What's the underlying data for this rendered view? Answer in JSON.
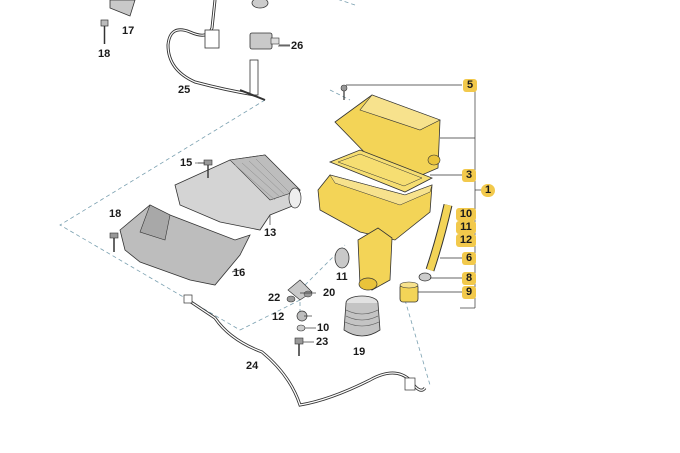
{
  "colors": {
    "highlight": "#f2c94c",
    "part_yellow": "#f3d457",
    "part_gray": "#c9c9c9",
    "line": "#333333",
    "dash": "#7aa0b0"
  },
  "callouts": {
    "c17": "17",
    "c18a": "18",
    "c26": "26",
    "c25": "25",
    "c15": "15",
    "c18b": "18",
    "c13": "13",
    "c16": "16",
    "c11": "11",
    "c22": "22",
    "c20": "20",
    "c12": "12",
    "c10": "10",
    "c23": "23",
    "c19": "19",
    "c24": "24"
  },
  "highlighted_callouts": {
    "c5": "5",
    "c3": "3",
    "c1": "1",
    "c10": "10",
    "c11": "11",
    "c12": "12",
    "c6": "6",
    "c8": "8",
    "c9": "9"
  }
}
